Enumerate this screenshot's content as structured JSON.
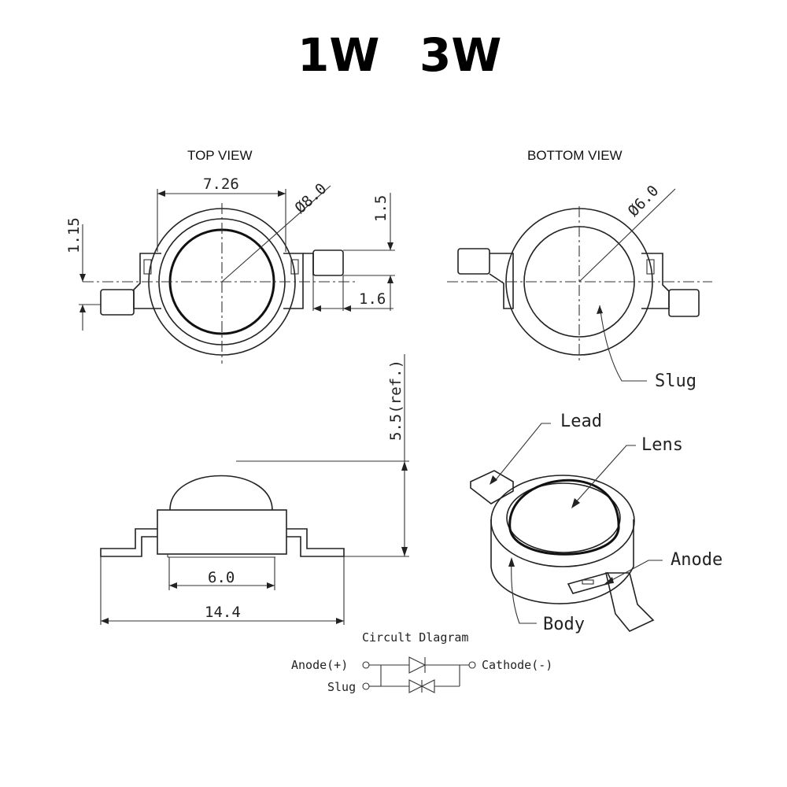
{
  "title": {
    "left": "1W",
    "right": "3W"
  },
  "views": {
    "top": "TOP VIEW",
    "bottom": "BOTTOM VIEW"
  },
  "dimensions": {
    "width_726": "7.26",
    "dia_80": "Ø8.0",
    "d_15": "1.5",
    "d_115": "1.15",
    "d_16": "1.6",
    "dia_60": "Ø6.0",
    "height_ref": "5.5(ref.)",
    "base_60": "6.0",
    "total_144": "14.4"
  },
  "labels": {
    "slug": "Slug",
    "lead": "Lead",
    "lens": "Lens",
    "anode": "Anode",
    "body": "Body"
  },
  "circuit": {
    "title": "Circult Dlagram",
    "anode": "Anode(+)",
    "cathode": "Cathode(-)",
    "slug": "Slug"
  }
}
